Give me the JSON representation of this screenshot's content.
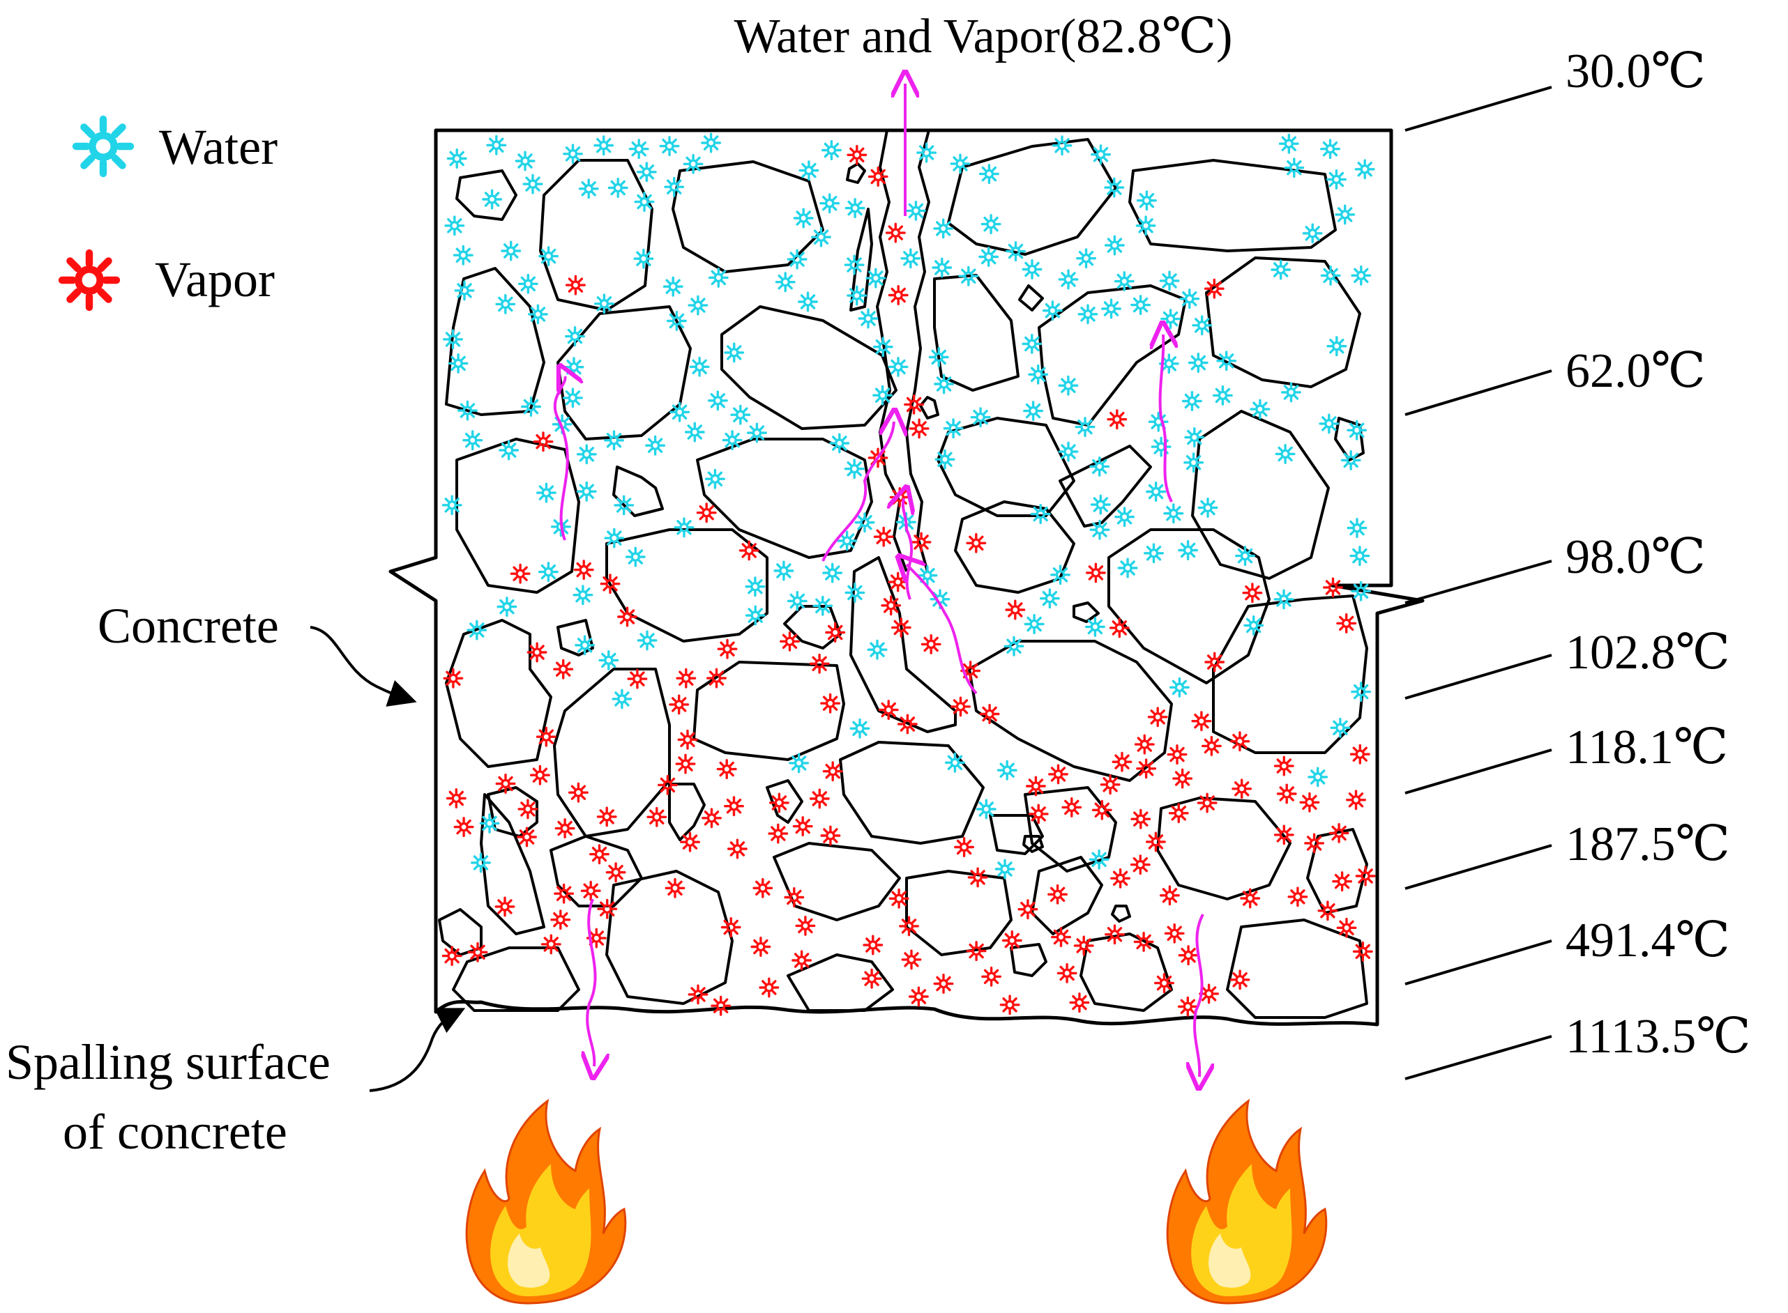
{
  "title": "Water and Vapor(82.8℃)",
  "legend": {
    "water": "Water",
    "vapor": "Vapor"
  },
  "labels": {
    "concrete": "Concrete",
    "spalling_line1": "Spalling surface",
    "spalling_line2": "of concrete"
  },
  "temperatures": [
    "30.0℃",
    "62.0℃",
    "98.0℃",
    "102.8℃",
    "118.1℃",
    "187.5℃",
    "491.4℃",
    "1113.5℃"
  ],
  "colors": {
    "water": "#22d4e8",
    "vapor": "#ff1010",
    "flow_arrow": "#ee22ee",
    "outline": "#000000",
    "flame_outer": "#ff7a00",
    "flame_inner": "#ffd21a"
  },
  "icons": {
    "water": "water-sun-icon",
    "vapor": "vapor-sun-icon",
    "fire": "fire-icon"
  }
}
